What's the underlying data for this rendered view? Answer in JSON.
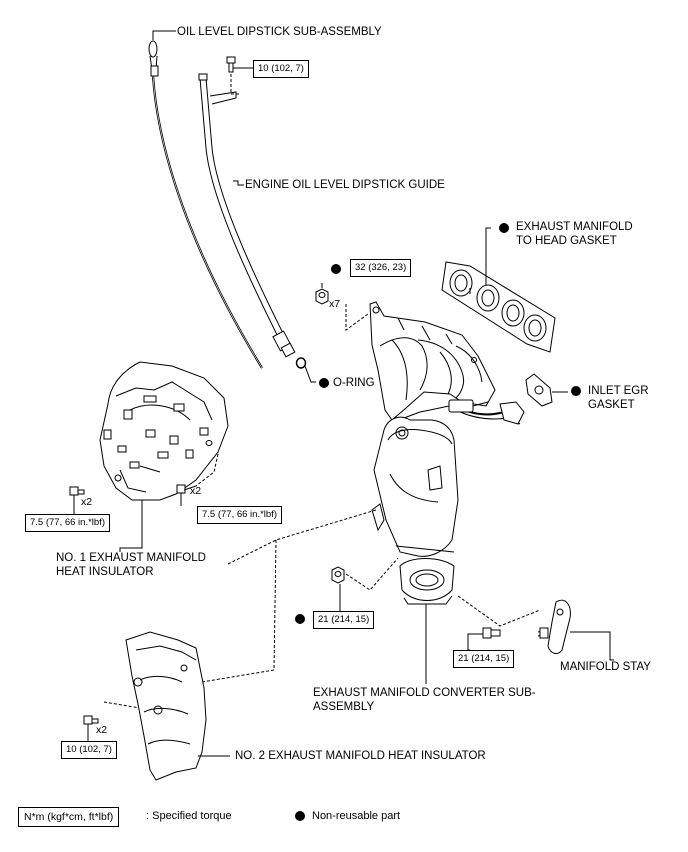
{
  "labels": {
    "dipstick": "OIL LEVEL DIPSTICK SUB-ASSEMBLY",
    "guide": "ENGINE OIL LEVEL DIPSTICK GUIDE",
    "gasket_head": "EXHAUST MANIFOLD\nTO HEAD GASKET",
    "oring": "O-RING",
    "egr_gasket": "INLET EGR\nGASKET",
    "insulator1": "NO. 1 EXHAUST MANIFOLD\nHEAT INSULATOR",
    "manifold_stay": "MANIFOLD STAY",
    "converter": "EXHAUST MANIFOLD CONVERTER SUB-\nASSEMBLY",
    "insulator2": "NO. 2 EXHAUST MANIFOLD HEAT INSULATOR"
  },
  "torques": {
    "guide_bolt": "10 (102, 7)",
    "manifold_nuts": "32 (326, 23)",
    "ins1_left": "7.5 (77, 66 in.*lbf)",
    "ins1_right": "7.5 (77, 66 in.*lbf)",
    "converter_nut": "21 (214, 15)",
    "stay_bolt": "21 (214, 15)",
    "ins2_bolt": "10 (102, 7)"
  },
  "multipliers": {
    "manifold_nuts": "x7",
    "ins1_left": "x2",
    "ins1_right": "x2",
    "ins2_bolt": "x2"
  },
  "legend": {
    "torque_box": "N*m (kgf*cm, ft*lbf)",
    "torque_text": ": Specified torque",
    "nonreusable_text": "Non-reusable part"
  }
}
